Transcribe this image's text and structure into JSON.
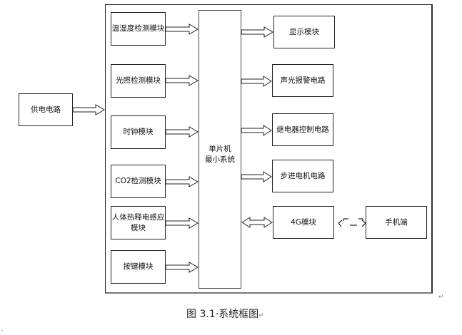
{
  "diagram": {
    "power": {
      "label": "供电电路"
    },
    "mcu": {
      "line1": "单片机",
      "line2": "最小系统"
    },
    "inputs": [
      {
        "label": "温湿度检测模块"
      },
      {
        "label": "光照检测模块"
      },
      {
        "label": "时钟模块"
      },
      {
        "label": "CO2检测模块"
      },
      {
        "label_line1": "人体热释电感应",
        "label_line2": "模块"
      },
      {
        "label": "按键模块"
      }
    ],
    "outputs": [
      {
        "label": "显示模块"
      },
      {
        "label": "声光报警电路"
      },
      {
        "label": "继电器控制电路"
      },
      {
        "label": "步进电机电路"
      },
      {
        "label": "4G模块"
      }
    ],
    "remote": {
      "label": "手机端"
    },
    "connections": [
      {
        "from": "供电电路",
        "to": "system",
        "type": "one-way"
      },
      {
        "from": "温湿度检测模块",
        "to": "单片机最小系统",
        "type": "one-way"
      },
      {
        "from": "光照检测模块",
        "to": "单片机最小系统",
        "type": "one-way"
      },
      {
        "from": "时钟模块",
        "to": "单片机最小系统",
        "type": "one-way"
      },
      {
        "from": "CO2检测模块",
        "to": "单片机最小系统",
        "type": "one-way"
      },
      {
        "from": "人体热释电感应模块",
        "to": "单片机最小系统",
        "type": "one-way"
      },
      {
        "from": "按键模块",
        "to": "单片机最小系统",
        "type": "one-way"
      },
      {
        "from": "单片机最小系统",
        "to": "显示模块",
        "type": "one-way"
      },
      {
        "from": "单片机最小系统",
        "to": "声光报警电路",
        "type": "one-way"
      },
      {
        "from": "单片机最小系统",
        "to": "继电器控制电路",
        "type": "one-way"
      },
      {
        "from": "单片机最小系统",
        "to": "步进电机电路",
        "type": "one-way"
      },
      {
        "from": "单片机最小系统",
        "to": "4G模块",
        "type": "two-way"
      },
      {
        "from": "4G模块",
        "to": "手机端",
        "type": "wireless-two-way"
      }
    ]
  },
  "caption": {
    "text": "图 3.1·系统框图",
    "return_mark": "↵"
  },
  "marks": {
    "return": "↵",
    "corner": "⌞"
  }
}
